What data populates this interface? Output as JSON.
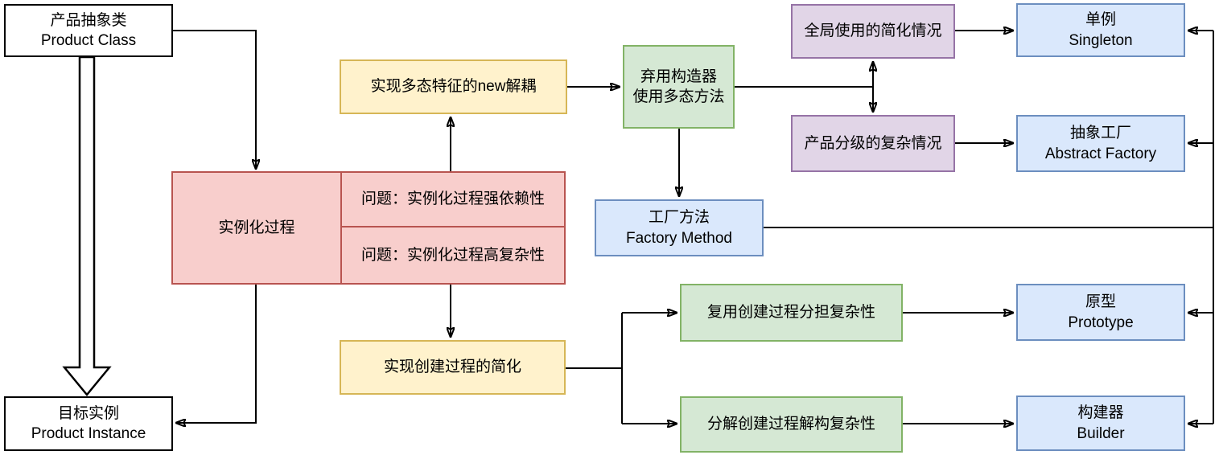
{
  "palette": {
    "canvas-bg": "#ffffff",
    "line": "#000000",
    "white-fill": "#ffffff",
    "white-stroke": "#000000",
    "red-fill": "#f8cecc",
    "red-stroke": "#b85450",
    "yellow-fill": "#fff2cc",
    "yellow-stroke": "#d6b656",
    "green-fill": "#d5e8d4",
    "green-stroke": "#82b366",
    "purple-fill": "#e1d5e7",
    "purple-stroke": "#9673a6",
    "blue-fill": "#dae8fc",
    "blue-stroke": "#6c8ebf"
  },
  "nodes": {
    "product_class": {
      "zh": "产品抽象类",
      "en": "Product Class"
    },
    "product_instance": {
      "zh": "目标实例",
      "en": "Product Instance"
    },
    "instantiation": {
      "label": "实例化过程"
    },
    "problem_dependency": {
      "label": "问题：实例化过程强依赖性"
    },
    "problem_complexity": {
      "label": "问题：实例化过程高复杂性"
    },
    "new_decoupling": {
      "label": "实现多态特征的new解耦"
    },
    "abandon_constructor": {
      "line1": "弃用构造器",
      "line2": "使用多态方法"
    },
    "global_simplification": {
      "label": "全局使用的简化情况"
    },
    "product_grading": {
      "label": "产品分级的复杂情况"
    },
    "singleton": {
      "zh": "单例",
      "en": "Singleton"
    },
    "abstract_factory": {
      "zh": "抽象工厂",
      "en": "Abstract Factory"
    },
    "factory_method": {
      "zh": "工厂方法",
      "en": "Factory Method"
    },
    "prototype": {
      "zh": "原型",
      "en": "Prototype"
    },
    "builder": {
      "zh": "构建器",
      "en": "Builder"
    },
    "creation_simplification": {
      "label": "实现创建过程的简化"
    },
    "reuse_creation": {
      "label": "复用创建过程分担复杂性"
    },
    "decompose_creation": {
      "label": "分解创建过程解构复杂性"
    }
  }
}
